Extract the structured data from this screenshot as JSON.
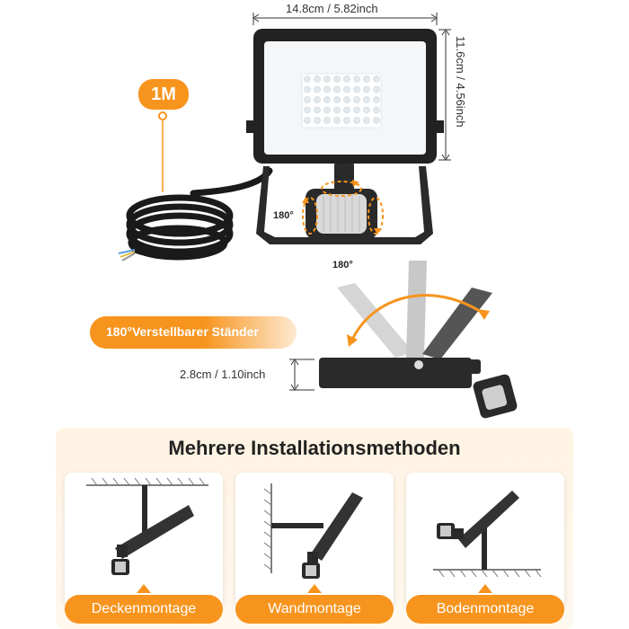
{
  "dimensions": {
    "width_label": "14.8cm / 5.82inch",
    "height_label": "11.6cm / 4.56inch",
    "depth_label": "2.8cm / 1.10inch"
  },
  "cable_badge": "1M",
  "sensor_angles": {
    "horizontal": "180°",
    "vertical": "180°"
  },
  "stand_badge": "180°Verstellbarer Ständer",
  "section_title": "Mehrere Installationsmethoden",
  "methods": [
    {
      "label": "Deckenmontage"
    },
    {
      "label": "Wandmontage"
    },
    {
      "label": "Bodenmontage"
    }
  ],
  "colors": {
    "accent": "#f7941d",
    "panel_bg": "#fff6e9",
    "fixture": "#2a2a2a"
  }
}
